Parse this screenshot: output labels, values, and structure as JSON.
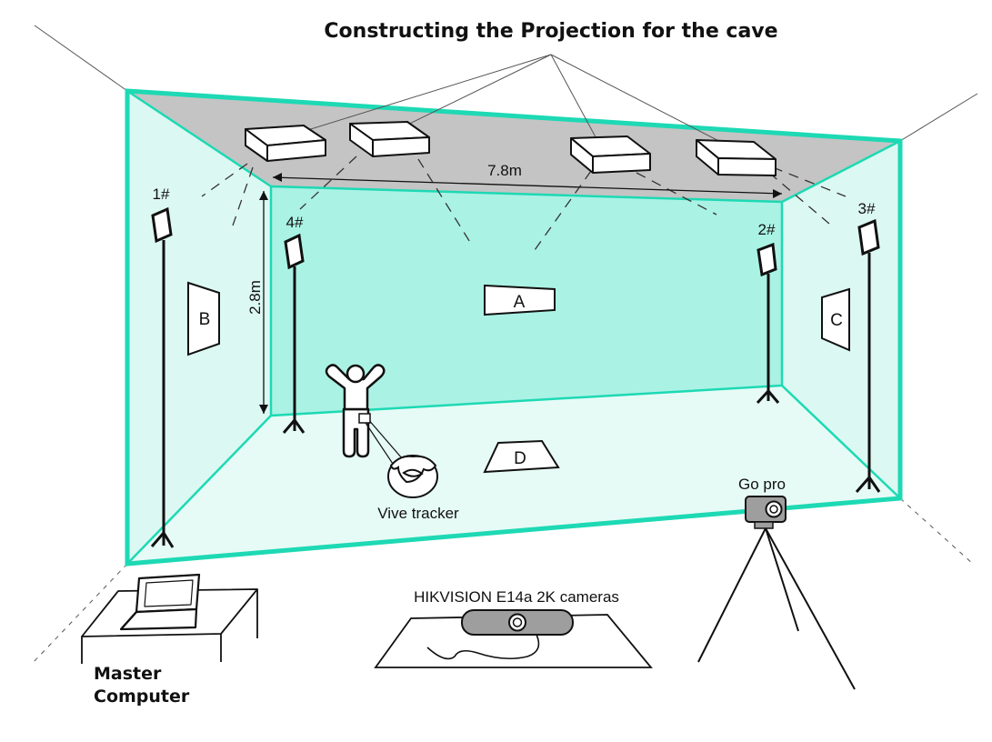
{
  "title": "Constructing the Projection for the cave",
  "dimensions": {
    "width_label": "7.8m",
    "height_label": "2.8m"
  },
  "projectors": [
    "1#",
    "2#",
    "3#",
    "4#"
  ],
  "panels": [
    "A",
    "B",
    "C",
    "D"
  ],
  "devices": {
    "tracker": "Vive tracker",
    "gopro": "Go pro",
    "cameras": "HIKVISION E14a 2K cameras",
    "computer_line1": "Master",
    "computer_line2": "Computer"
  },
  "colors": {
    "wall_edge": "#1dd9b4",
    "back_wall": "#aaf2e4",
    "side_wall": "#dcf8f2",
    "floor": "#e6fbf6",
    "ceiling": "#c4c4c4"
  }
}
